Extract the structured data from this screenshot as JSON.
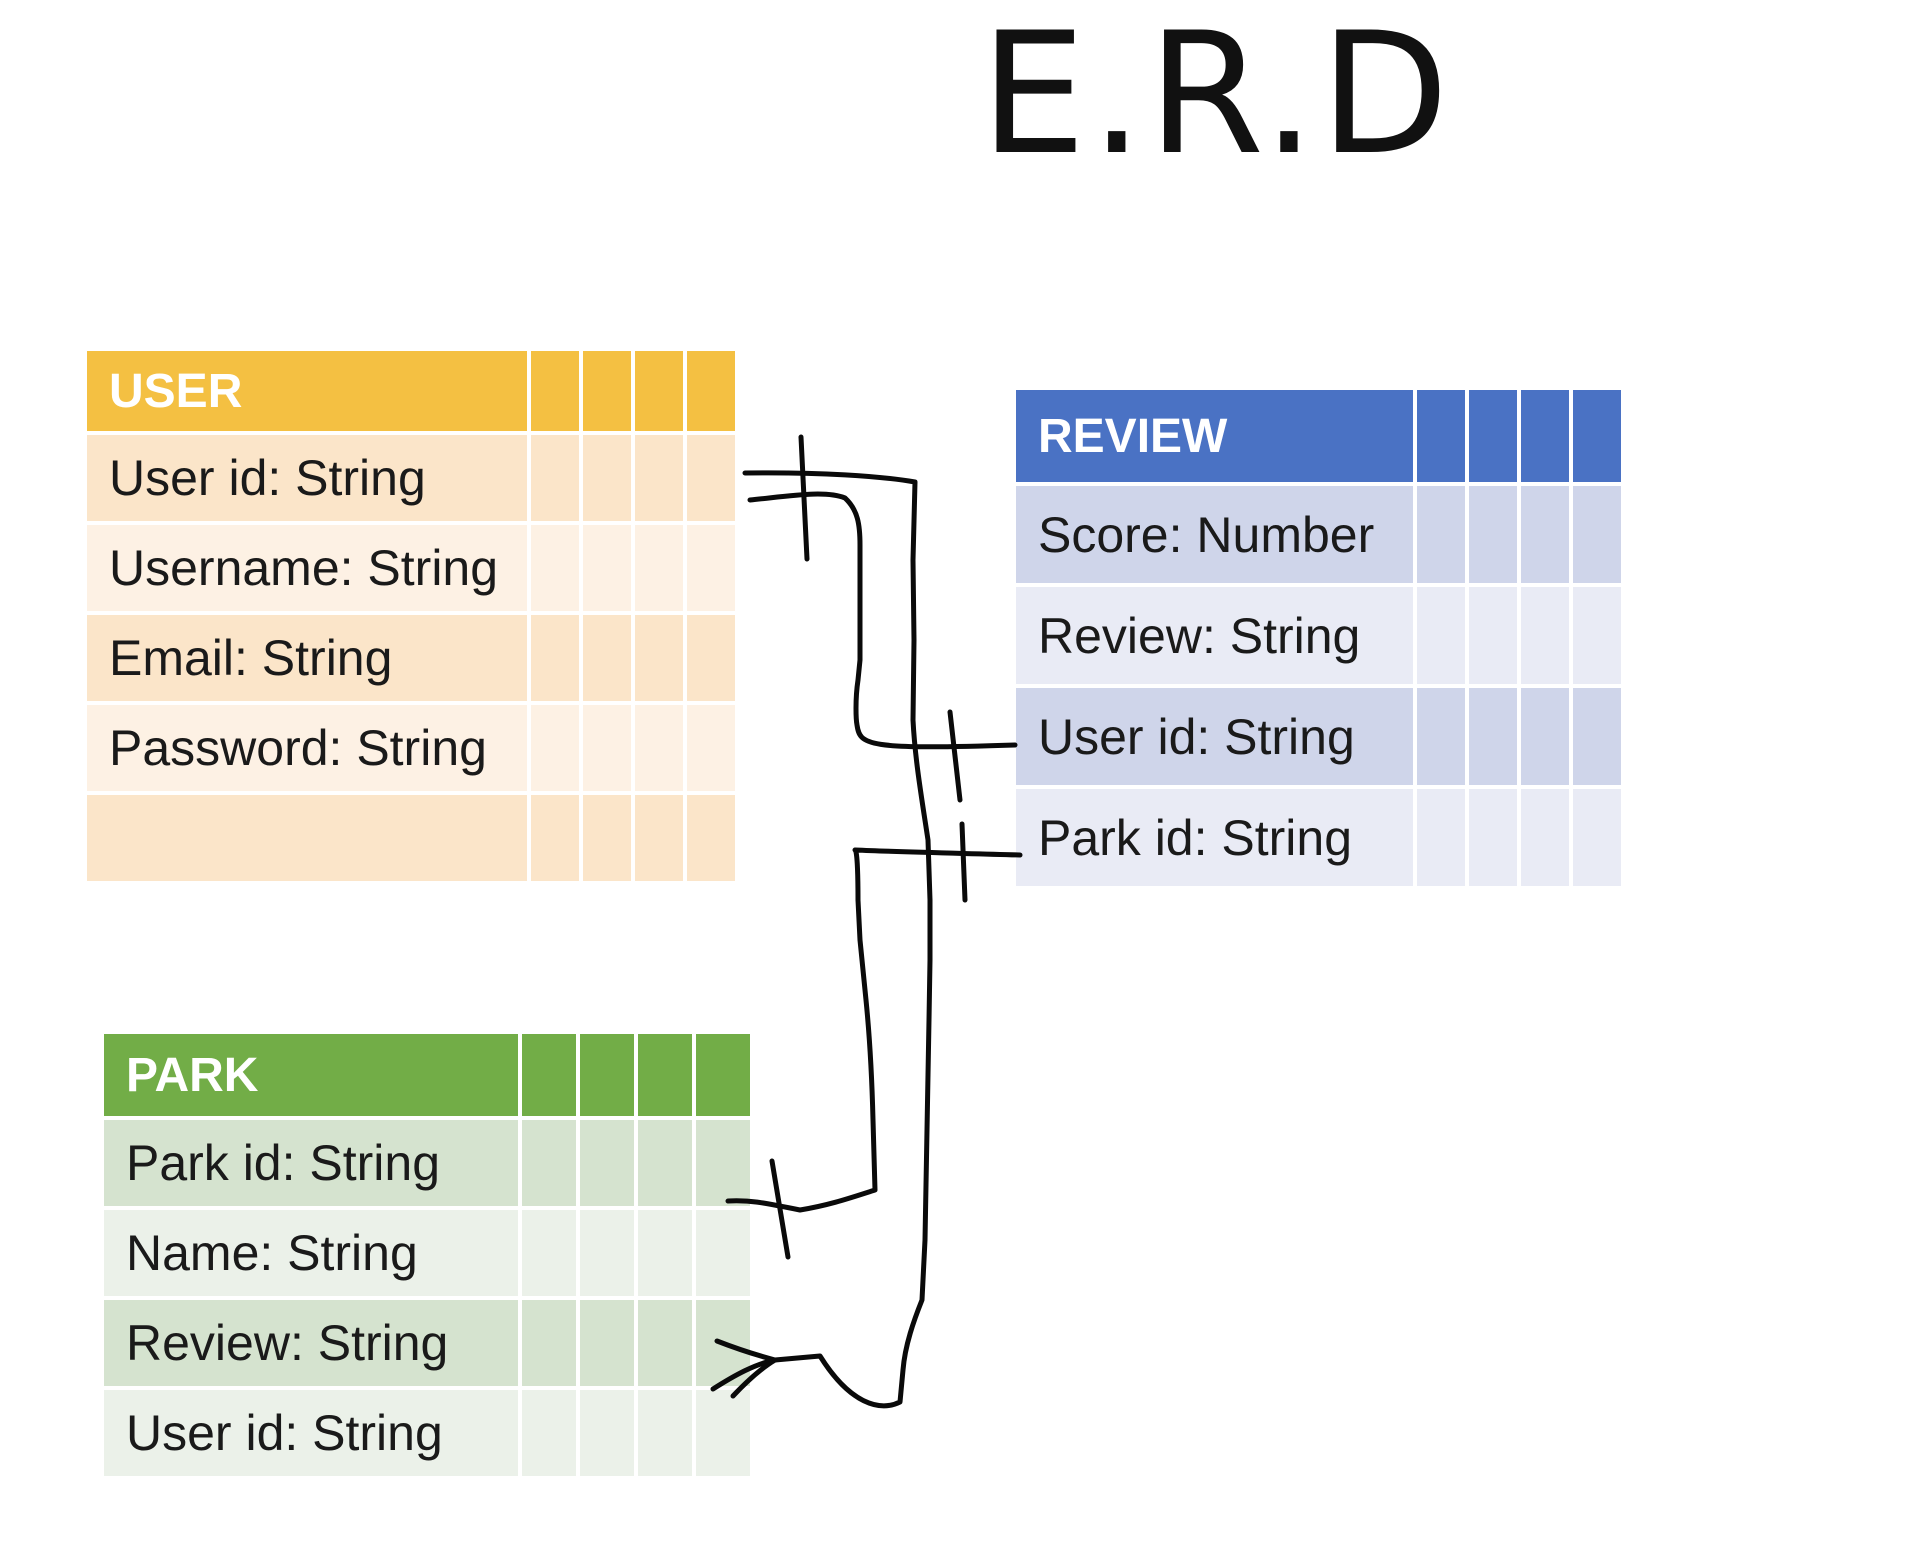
{
  "title": "E.R.D",
  "colors": {
    "user_header": "#f4c042",
    "review_header": "#4a72c4",
    "park_header": "#72ad47",
    "connector": "#0a0a0a"
  },
  "entities": {
    "user": {
      "name": "USER",
      "fields": [
        "User id: String",
        "Username: String",
        "Email: String",
        "Password: String",
        ""
      ]
    },
    "review": {
      "name": "REVIEW",
      "fields": [
        "Score: Number",
        "Review: String",
        "User id: String",
        "Park id: String"
      ]
    },
    "park": {
      "name": "PARK",
      "fields": [
        "Park id: String",
        "Name: String",
        "Review: String",
        "User id: String"
      ]
    }
  },
  "relationships": [
    {
      "from": "USER.User id",
      "to": "REVIEW.User id",
      "from_end": "one",
      "to_end": "one"
    },
    {
      "from": "USER.User id",
      "to": "PARK.Review",
      "from_end": "one",
      "to_end": "many"
    },
    {
      "from": "PARK.Park id",
      "to": "REVIEW.Park id",
      "from_end": "one",
      "to_end": "one"
    }
  ]
}
